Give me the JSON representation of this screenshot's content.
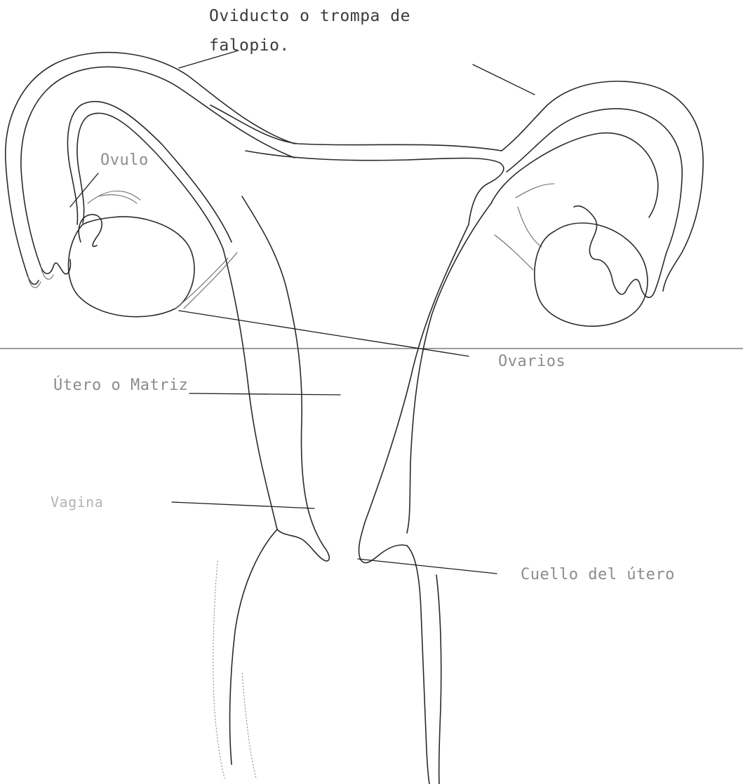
{
  "labels": {
    "oviduct_line1": "Oviducto o trompa de",
    "oviduct_line2": "falopio.",
    "ovum": "Ovulo",
    "ovaries": "Ovarios",
    "uterus": "Útero o Matriz",
    "cervix": "Cuello del útero",
    "vagina": "Vagina"
  },
  "colors": {
    "ink": "#2a2a2a",
    "label": "#3b3b3b",
    "background": "#ffffff"
  }
}
